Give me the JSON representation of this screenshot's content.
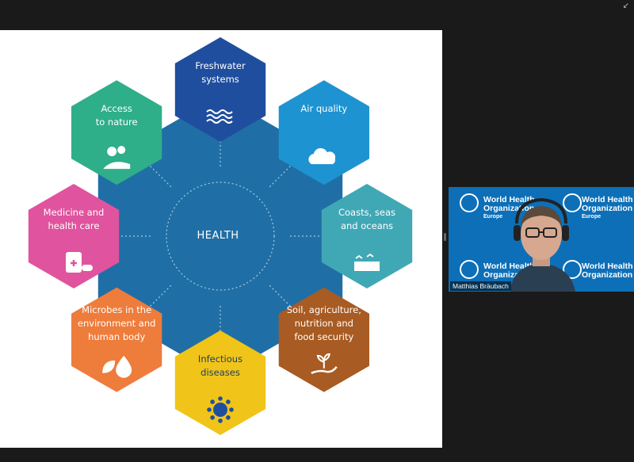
{
  "slide": {
    "center_label": "HEALTH",
    "hexagons": [
      {
        "label": "Freshwater\nsystems",
        "icon": "waves-icon",
        "color": "#1f4e9e"
      },
      {
        "label": "Air quality",
        "icon": "cloud-icon",
        "color": "#1e93d1"
      },
      {
        "label": "Coasts, seas\nand oceans",
        "icon": "coast-icon",
        "color": "#40a8b5"
      },
      {
        "label": "Soil, agriculture,\nnutrition and\nfood security",
        "icon": "hand-plant-icon",
        "color": "#a85b22"
      },
      {
        "label": "Infectious\ndiseases",
        "icon": "virus-icon",
        "color": "#f0c419"
      },
      {
        "label": "Microbes in the\nenvironment and\nhuman body",
        "icon": "leaf-drop-icon",
        "color": "#ee7c3b"
      },
      {
        "label": "Medicine and\nhealth care",
        "icon": "medicine-icon",
        "color": "#e0539e"
      },
      {
        "label": "Access\nto nature",
        "icon": "nature-icon",
        "color": "#2fae8a"
      }
    ],
    "center_color": "#1f6fa6"
  },
  "video": {
    "org_line1": "World Health",
    "org_line2": "Organization",
    "region": "Europe",
    "participant_name": "Matthias Bräubach",
    "background_color": "#0d6fb8"
  }
}
